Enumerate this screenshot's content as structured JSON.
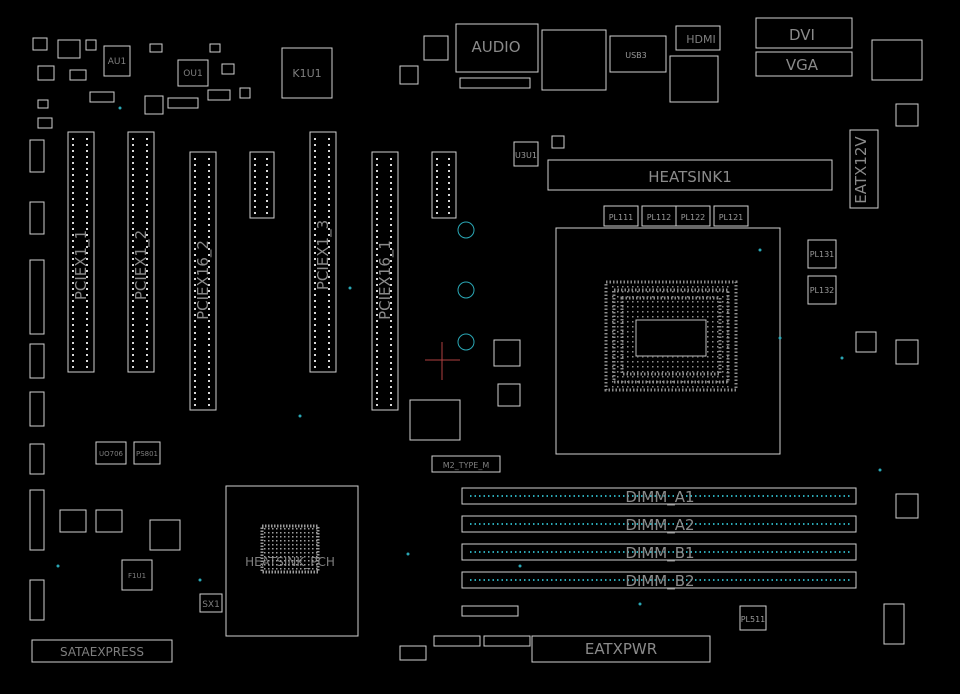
{
  "colors": {
    "background": "#000000",
    "outline": "#cfcfcf",
    "pad": "#d8d8d8",
    "via": "#2aa7b5",
    "label": "#8a8a8a",
    "marker": "#b04040"
  },
  "labels": {
    "au1": "AU1",
    "ou1": "OU1",
    "k1u1": "K1U1",
    "audio": "AUDIO",
    "hdmi": "HDMI",
    "dvi": "DVI",
    "vga": "VGA",
    "usb3": "USB3",
    "heatsink_top": "HEATSINK1",
    "pl111": "PL111",
    "pl112": "PL112",
    "pl122": "PL122",
    "pl121": "PL121",
    "pl131": "PL131",
    "pl132": "PL132",
    "pciex16_2": "PCIEX16_2",
    "pciex16_1": "PCIEX16_1",
    "pciex1_1": "PCIEX1_1",
    "pciex1_2": "PCIEX1_2",
    "pciex1_3": "PCIEX1_3",
    "m2": "M2_TYPE_M",
    "dimm_a1": "DIMM_A1",
    "dimm_a2": "DIMM_A2",
    "dimm_b1": "DIMM_B1",
    "dimm_b2": "DIMM_B2",
    "heatsink_pch": "HEATSINK_PCH",
    "sataexpress": "SATAEXPRESS",
    "eatxpwr": "EATXPWR",
    "eatx12v": "EATX12V",
    "sx1": "SX1",
    "f1u1": "F1U1",
    "u3u1": "U3U1",
    "pl511": "PL511",
    "uo706": "UO706",
    "ps801": "PS801"
  }
}
